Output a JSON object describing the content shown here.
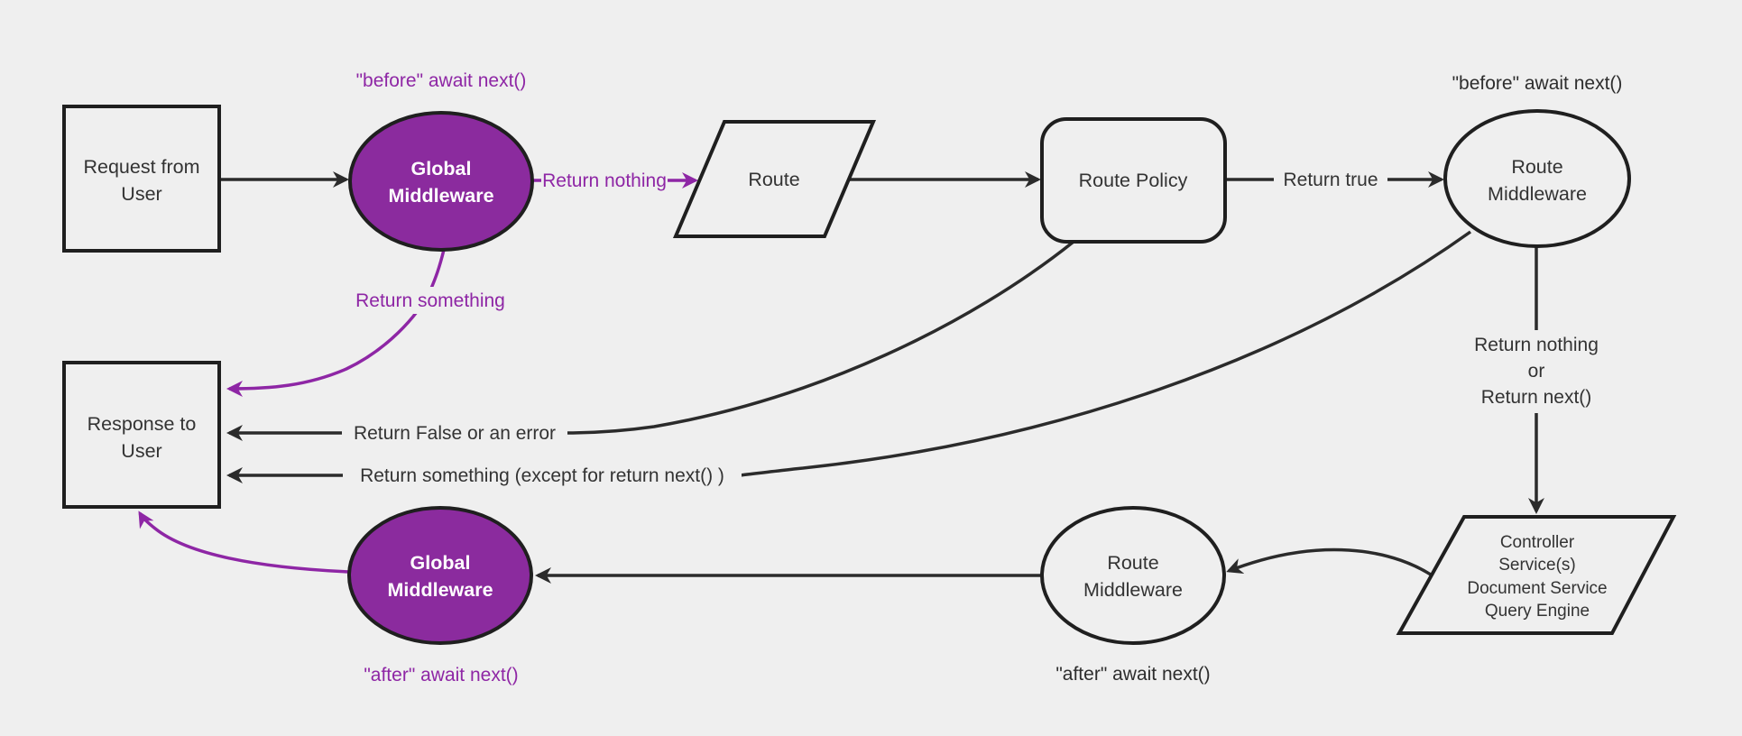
{
  "diagram": {
    "background": "#efefef",
    "colors": {
      "purple_fill": "#8b2b9e",
      "purple_accent": "#8e26a5",
      "edge_dark": "#2b2b2b",
      "node_border": "#1f1f1f",
      "node_fill": "#efefef",
      "text_dark": "#333333",
      "text_white": "#ffffff"
    },
    "nodes": {
      "request": {
        "line1": "Request from",
        "line2": "User"
      },
      "global_middleware_top": {
        "line1": "Global",
        "line2": "Middleware"
      },
      "route": {
        "label": "Route"
      },
      "route_policy": {
        "label": "Route Policy"
      },
      "route_middleware_top": {
        "line1": "Route",
        "line2": "Middleware"
      },
      "controller": {
        "line1": "Controller",
        "line2": "Service(s)",
        "line3": "Document Service",
        "line4": "Query Engine"
      },
      "route_middleware_bottom": {
        "line1": "Route",
        "line2": "Middleware"
      },
      "global_middleware_bottom": {
        "line1": "Global",
        "line2": "Middleware"
      },
      "response": {
        "line1": "Response to",
        "line2": "User"
      }
    },
    "annotations": {
      "before_await_global": "\"before\" await next()",
      "before_await_route": "\"before\" await next()",
      "after_await_route": "\"after\" await next()",
      "after_await_global": "\"after\" await next()"
    },
    "edge_labels": {
      "return_nothing": "Return nothing",
      "return_true": "Return true",
      "return_something": "Return something",
      "return_false_or_error": "Return False or an error",
      "return_something_except": "Return something (except for return next() )",
      "return_nothing_or_line1": "Return nothing",
      "return_nothing_or_line2": "or",
      "return_nothing_or_line3": "Return next()"
    }
  }
}
